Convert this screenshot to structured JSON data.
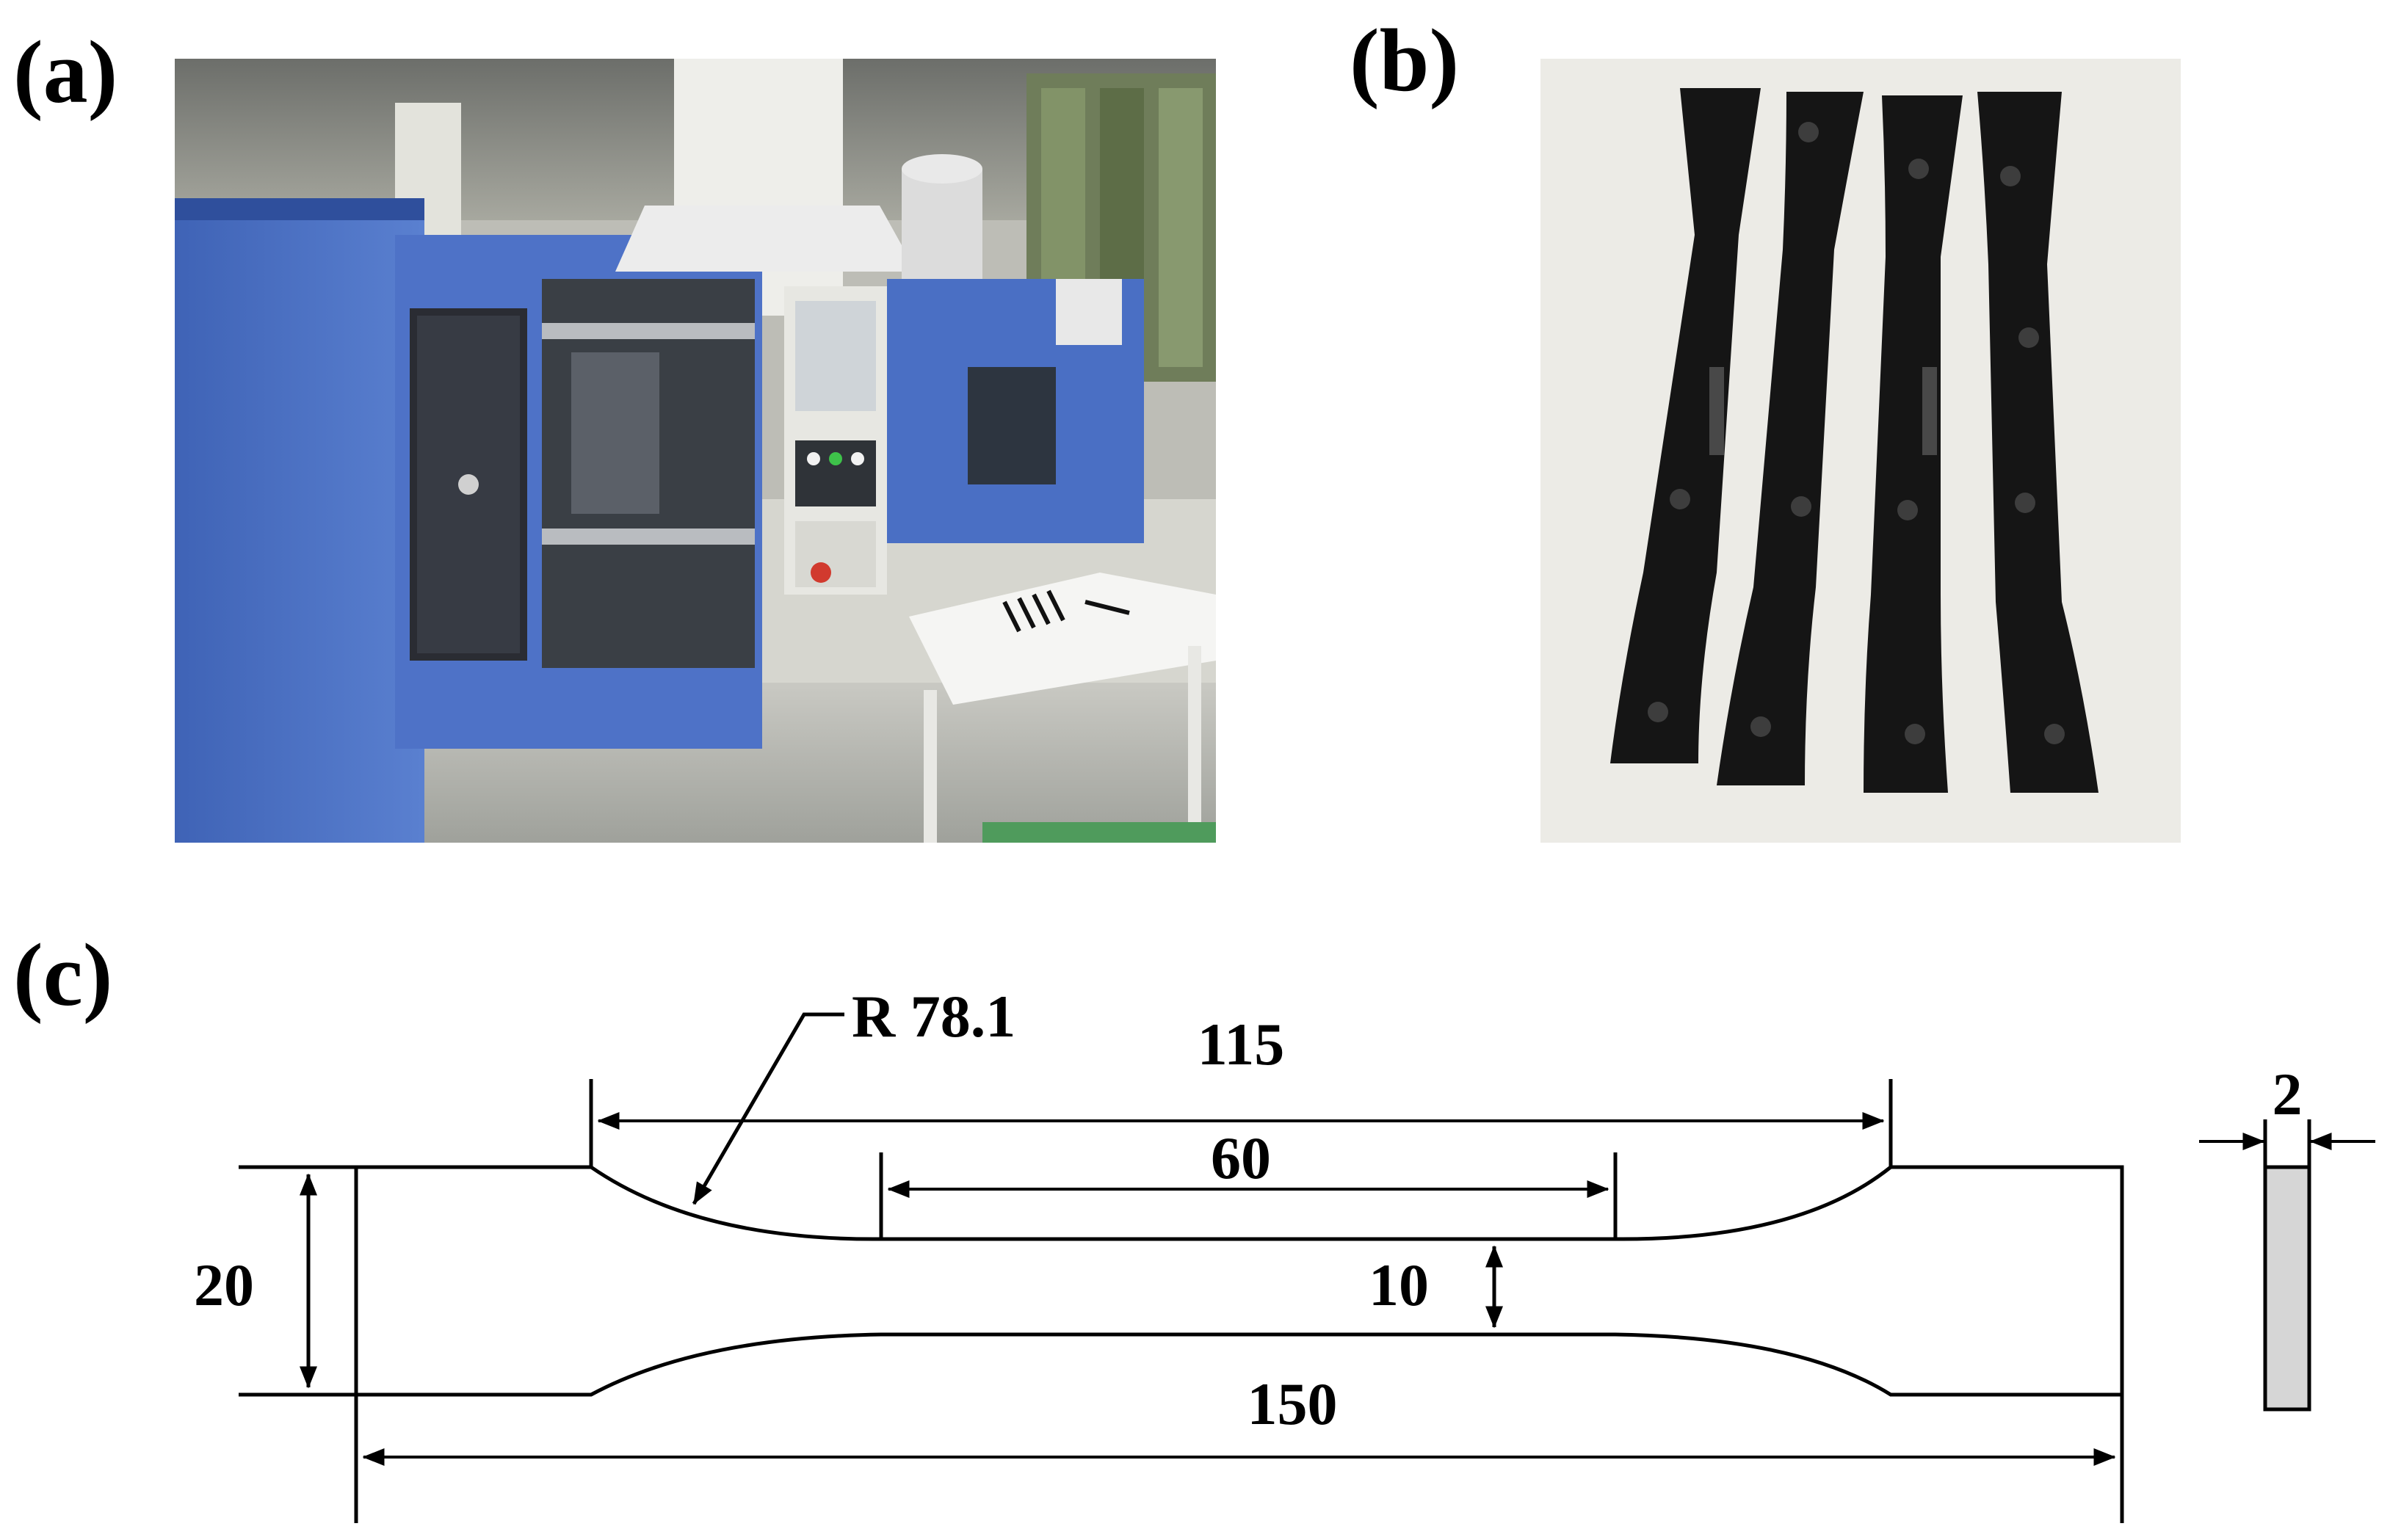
{
  "panels": {
    "a": {
      "label": "(a)"
    },
    "b": {
      "label": "(b)"
    },
    "c": {
      "label": "(c)"
    }
  },
  "drawing": {
    "radius_label": "R 78.1",
    "overall_parallel_length": "115",
    "gauge_length": "60",
    "overall_width": "20",
    "narrow_width": "10",
    "overall_length": "150",
    "thickness": "2"
  },
  "colors": {
    "machine_blue": "#4a6fc4",
    "specimen_black": "#151515",
    "thickness_fill": "#d6d6d6"
  }
}
